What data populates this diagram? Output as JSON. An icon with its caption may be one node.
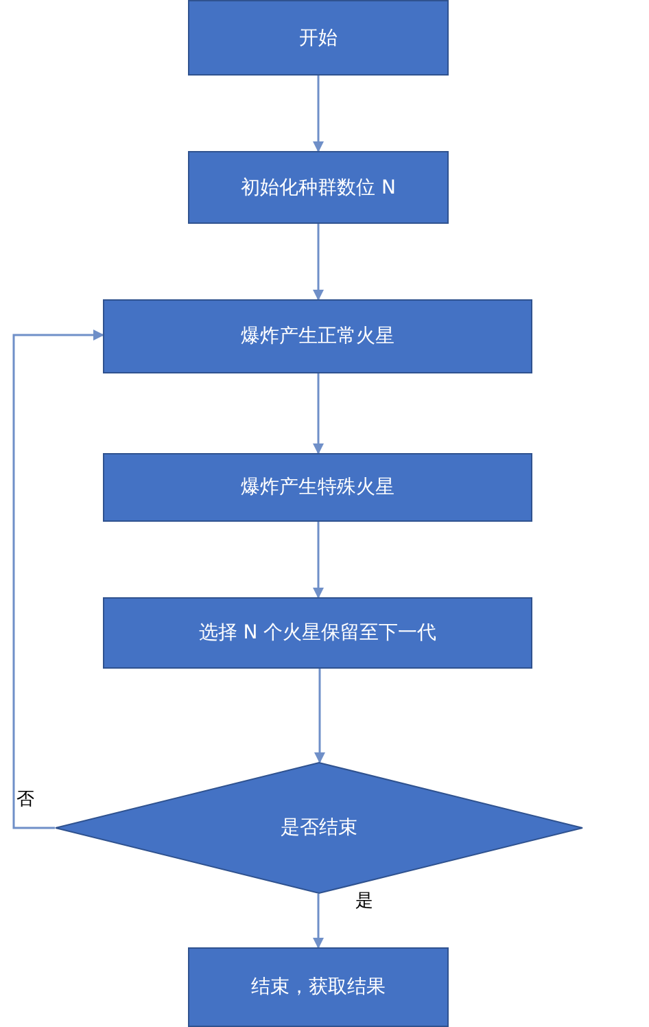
{
  "diagram": {
    "nodes": [
      {
        "text": [
          "开始"
        ]
      },
      {
        "text": [
          "初始化种群数位 N"
        ]
      },
      {
        "text": [
          "爆炸产生正常火星"
        ]
      },
      {
        "text": [
          "爆炸产生特殊火星"
        ]
      },
      {
        "text": [
          "选择 N 个火星保留至下一代"
        ]
      },
      {
        "text": [
          "是否结束"
        ]
      },
      {
        "text": [
          "结束，获取结果"
        ]
      }
    ],
    "edges": [
      {
        "from": 0,
        "to": 1,
        "arrow": "to"
      },
      {
        "from": 1,
        "to": 2,
        "arrow": "to"
      },
      {
        "from": 2,
        "to": 3,
        "arrow": "to"
      },
      {
        "from": 3,
        "to": 4,
        "arrow": "to"
      },
      {
        "from": 4,
        "to": 5,
        "arrow": "to"
      },
      {
        "from": 5,
        "to": 6,
        "arrow": "to",
        "label": "是"
      },
      {
        "from": 5,
        "to": 2,
        "arrow": "to",
        "label": "否"
      }
    ]
  }
}
